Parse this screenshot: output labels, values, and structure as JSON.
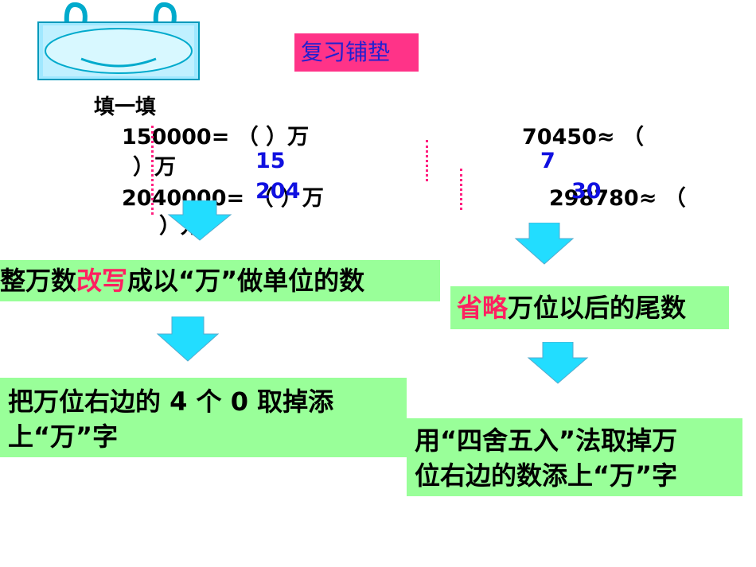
{
  "header": {
    "title": "复习铺垫"
  },
  "exercise": {
    "heading": "填一填",
    "line1_left": "150000= （          ）万",
    "line1_right": "70450≈ （",
    "line2_left": "）万",
    "line3_left": "2040000= （          ）万",
    "line3_right": "298780≈ （",
    "line4_left": "）万"
  },
  "answers": {
    "a1": "15",
    "a2": "204",
    "a3": "7",
    "a4": "30"
  },
  "left_flow": {
    "step1_pre": "整万数",
    "step1_hl": "改写",
    "step1_post": "成以“万”做单位的数",
    "step2_line1": "把万位右边的 4 个 0 取掉添",
    "step2_line2": "上“万”字"
  },
  "right_flow": {
    "step1_hl": "省略",
    "step1_post": "万位以后的尾数",
    "step2_line1": "用“四舍五入”法取掉万",
    "step2_line2": "位右边的数添上“万”字"
  },
  "colors": {
    "accent_pink": "#ff3388",
    "box_green": "#99ff99",
    "arrow_cyan": "#22ddff",
    "answer_blue": "#1010e0"
  }
}
